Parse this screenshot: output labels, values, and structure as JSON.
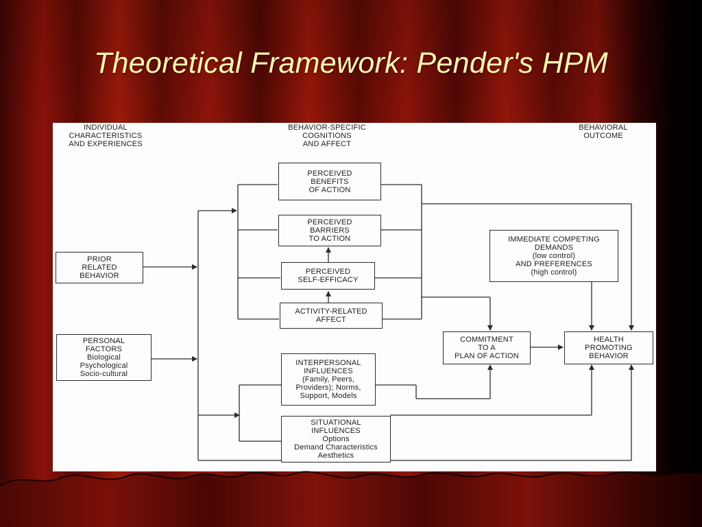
{
  "slide": {
    "title": "Theoretical Framework: Pender's HPM"
  },
  "headers": {
    "individual": "INDIVIDUAL\nCHARACTERISTICS\nAND EXPERIENCES",
    "behavior_specific": "BEHAVIOR-SPECIFIC\nCOGNITIONS\nAND AFFECT",
    "outcome": "BEHAVIORAL\nOUTCOME"
  },
  "boxes": {
    "prior_behavior": "PRIOR\nRELATED\nBEHAVIOR",
    "personal_factors": "PERSONAL\nFACTORS\nBiological\nPsychological\nSocio-cultural",
    "perceived_benefits": "PERCEIVED\nBENEFITS\nOF ACTION",
    "perceived_barriers": "PERCEIVED\nBARRIERS\nTO ACTION",
    "self_efficacy": "PERCEIVED\nSELF-EFFICACY",
    "activity_affect": "ACTIVITY-RELATED\nAFFECT",
    "interpersonal": "INTERPERSONAL\nINFLUENCES\n(Family, Peers,\nProviders); Norms,\nSupport, Models",
    "situational": "SITUATIONAL\nINFLUENCES\nOptions\nDemand Characteristics\nAesthetics",
    "competing_demands": "IMMEDIATE COMPETING\nDEMANDS\n(low control)\nAND PREFERENCES\n(high control)",
    "commitment": "COMMITMENT\nTO A\nPLAN OF ACTION",
    "health_behavior": "HEALTH\nPROMOTING\nBEHAVIOR"
  },
  "colors": {
    "title": "#fff6b0",
    "curtain_dark": "#3a0604",
    "curtain_light": "#9c1a0a",
    "diagram_bg": "#fdfdfd",
    "line": "#2b2b2b"
  }
}
